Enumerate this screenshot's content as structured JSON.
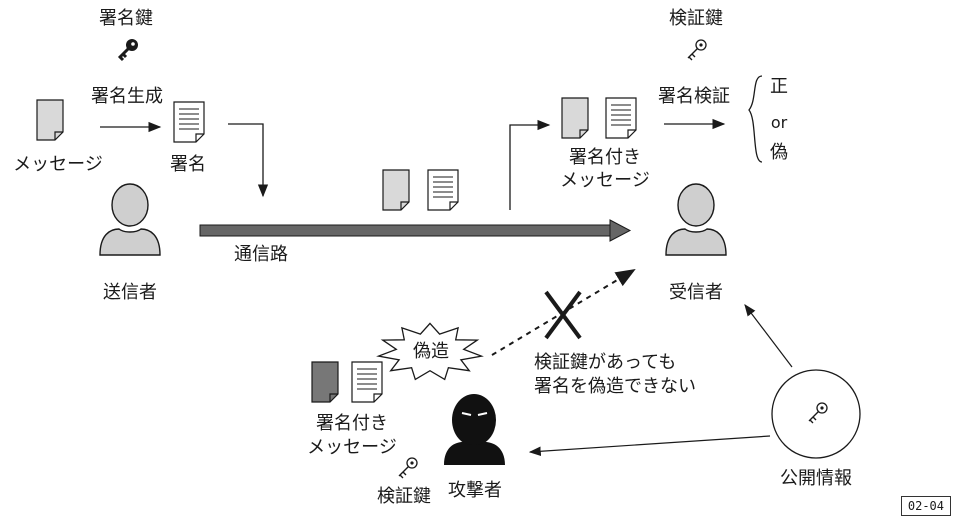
{
  "figure_id": "02-04",
  "labels": {
    "sign_key": "署名鍵",
    "sign_gen": "署名生成",
    "message": "メッセージ",
    "signature": "署名",
    "sender": "送信者",
    "channel": "通信路",
    "verify_key_top": "検証鍵",
    "verify": "署名検証",
    "result_true": "正",
    "result_or": "or",
    "result_false": "偽",
    "signed_msg_line1": "署名付き",
    "signed_msg_line2": "メッセージ",
    "receiver": "受信者",
    "forge": "偽造",
    "note_line1": "検証鍵があっても",
    "note_line2": "署名を偽造できない",
    "forged_msg_line1": "署名付き",
    "forged_msg_line2": "メッセージ",
    "verify_key_attacker": "検証鍵",
    "attacker": "攻撃者",
    "public_info": "公開情報"
  },
  "icons": [
    "key-icon",
    "document-icon",
    "person-icon",
    "attacker-icon",
    "cross-icon",
    "burst-icon"
  ],
  "colors": {
    "ink": "#1a1a1a",
    "doc_gray": "#d9d9d9",
    "person_gray": "#cfcfcf",
    "forged_doc": "#777777",
    "attacker": "#111111",
    "channel": "#666666"
  }
}
